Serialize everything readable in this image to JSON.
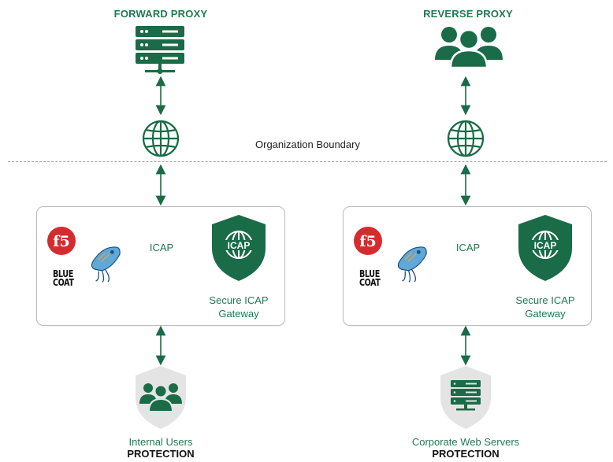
{
  "headings": {
    "forward": "FORWARD PROXY",
    "reverse": "REVERSE PROXY"
  },
  "boundary": {
    "label": "Organization Boundary"
  },
  "left_box": {
    "protocol": "ICAP",
    "gateway_line1": "Secure ICAP",
    "gateway_line2": "Gateway",
    "vendor_logos": [
      "f5",
      "BLUE COAT",
      "squid"
    ],
    "shield_text": "ICAP"
  },
  "right_box": {
    "protocol": "ICAP",
    "gateway_line1": "Secure ICAP",
    "gateway_line2": "Gateway",
    "vendor_logos": [
      "f5",
      "BLUE COAT",
      "squid"
    ],
    "shield_text": "ICAP"
  },
  "bottom_left": {
    "label": "Internal Users",
    "sublabel": "PROTECTION"
  },
  "bottom_right": {
    "label": "Corporate Web Servers",
    "sublabel": "PROTECTION"
  },
  "logos": {
    "f5": "f5",
    "bluecoat_line1": "BLUE",
    "bluecoat_line2": "COAT"
  },
  "colors": {
    "brand_green": "#1e7a52",
    "dark_green": "#1a6b47",
    "shield_gray": "#e4e4e4",
    "f5_red": "#d52b2f",
    "squid_blue": "#5fa8d8"
  },
  "icons": {
    "forward_proxy": "server-rack-icon",
    "reverse_proxy": "users-group-icon",
    "internet": "globe-icon",
    "bottom_left": "users-shield-icon",
    "bottom_right": "servers-shield-icon"
  }
}
